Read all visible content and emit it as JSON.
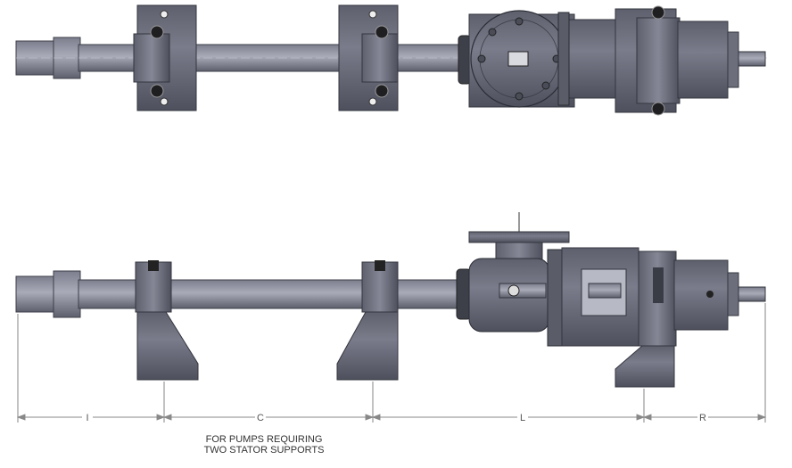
{
  "dimensions": {
    "i": "I",
    "c": "C",
    "l": "L",
    "r": "R"
  },
  "note": {
    "line1": "FOR PUMPS REQUIRING",
    "line2": "TWO STATOR SUPPORTS"
  },
  "colors": {
    "body": "#6b6d7c",
    "body_dark": "#4e505d",
    "body_light": "#8f91a0",
    "shaft": "#9a9cab",
    "bolt": "#222222",
    "dim_line": "#888888"
  }
}
